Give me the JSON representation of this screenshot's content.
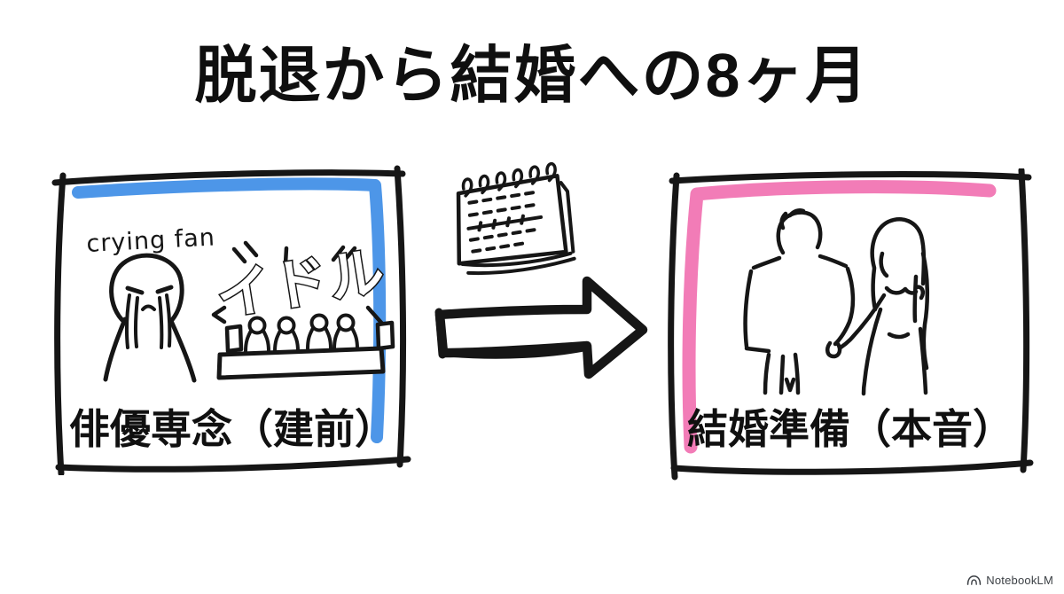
{
  "title": "脱退から結婚への8ヶ月",
  "colors": {
    "background": "#ffffff",
    "ink": "#161616",
    "left_accent_blue": "#4d96e8",
    "right_accent_pink": "#f27cb7",
    "footer_text": "#3c4045"
  },
  "left_panel": {
    "handwritten_caption": "crying fan",
    "idol_sign_text": "イドル",
    "label": "俳優専念（建前）"
  },
  "right_panel": {
    "label": "結婚準備（本音）"
  },
  "footer": {
    "brand_name": "NotebookLM"
  }
}
